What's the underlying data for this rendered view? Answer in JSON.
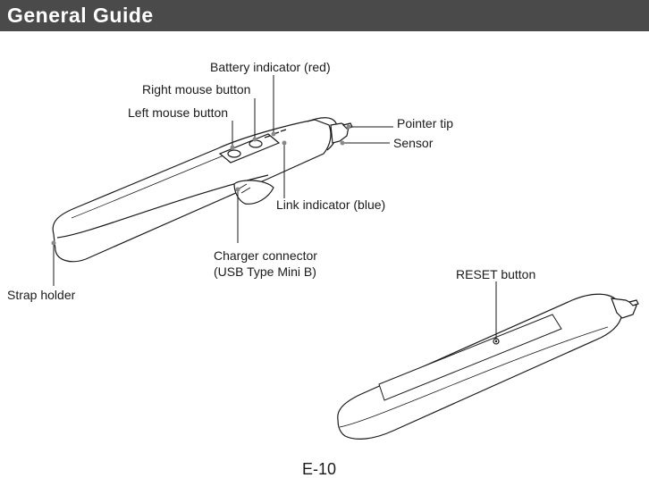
{
  "header": {
    "title": "General Guide"
  },
  "callouts": {
    "battery_indicator": "Battery indicator (red)",
    "right_mouse_button": "Right mouse button",
    "left_mouse_button": "Left mouse button",
    "pointer_tip": "Pointer tip",
    "sensor": "Sensor",
    "link_indicator": "Link indicator (blue)",
    "charger_connector_line1": "Charger connector",
    "charger_connector_line2": "(USB Type Mini B)",
    "strap_holder": "Strap holder",
    "reset_button": "RESET button"
  },
  "footer": {
    "page_number": "E-10"
  },
  "colors": {
    "header_bg": "#4a4a4a",
    "header_text": "#ffffff",
    "line": "#1a1a1a",
    "dot": "#888888"
  }
}
